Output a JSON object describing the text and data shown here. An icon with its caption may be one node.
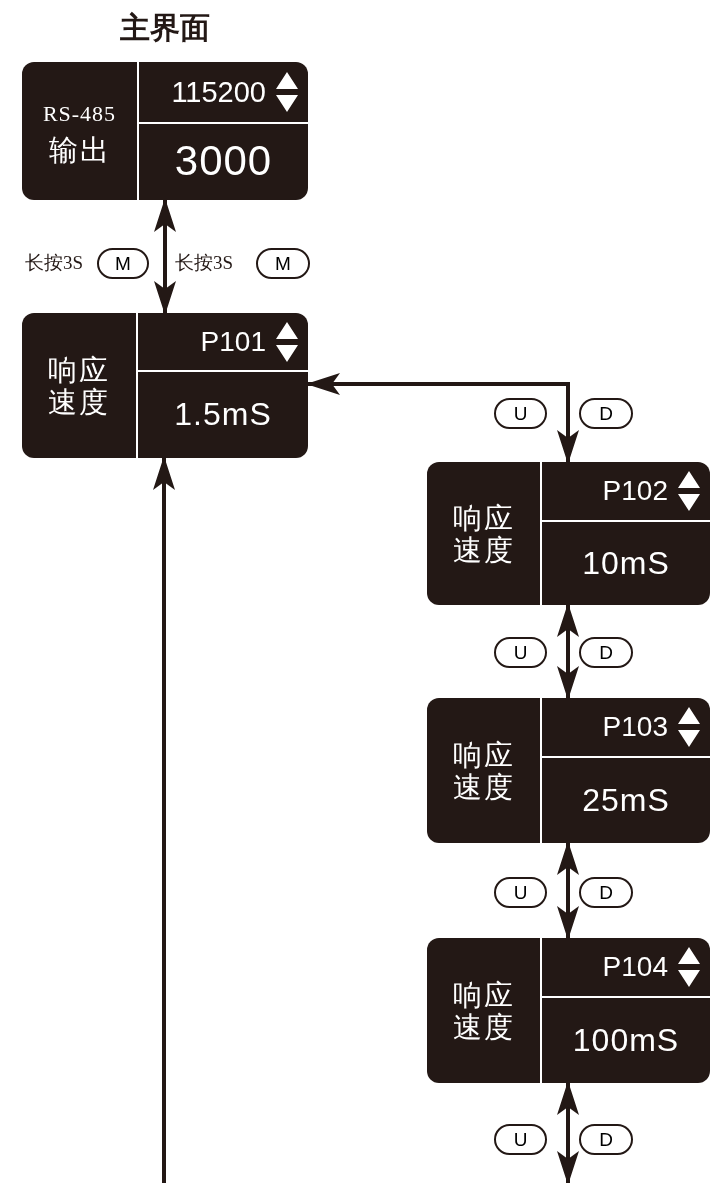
{
  "diagram": {
    "title": "主界面",
    "nodes": [
      {
        "text": [
          "RS-485",
          "输出",
          "115200",
          "3000"
        ]
      },
      {
        "text": [
          "响应速度",
          "P101",
          "1.5mS"
        ]
      },
      {
        "text": [
          "响应速度",
          "P102",
          "10mS"
        ]
      },
      {
        "text": [
          "响应速度",
          "P103",
          "25mS"
        ]
      },
      {
        "text": [
          "响应速度",
          "P104",
          "100mS"
        ]
      }
    ],
    "edges": [
      {
        "from": 0,
        "to": 1,
        "arrow": "both"
      },
      {
        "from": 1,
        "to": 2,
        "arrow": "both"
      },
      {
        "from": 2,
        "to": 3,
        "arrow": "both"
      },
      {
        "from": 3,
        "to": 4,
        "arrow": "both"
      },
      {
        "from": 4,
        "to": null,
        "arrow": "both"
      },
      {
        "from": null,
        "to": 1,
        "arrow": "to"
      }
    ],
    "labels": [
      "长按3S",
      "M",
      "长按3S",
      "M",
      "U",
      "D",
      "U",
      "D",
      "U",
      "D",
      "U",
      "D"
    ]
  }
}
